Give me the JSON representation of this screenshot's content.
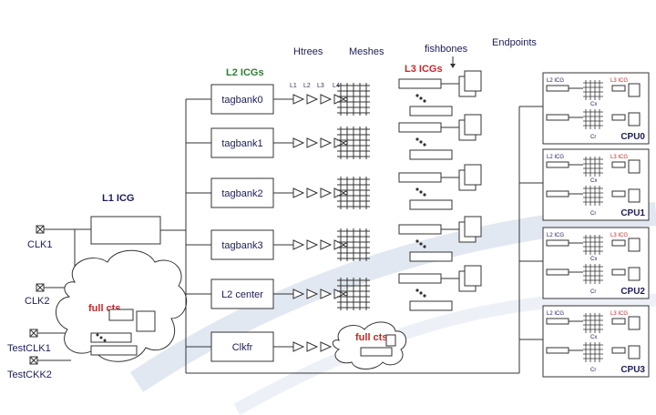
{
  "headers": {
    "htrees": "Htrees",
    "meshes": "Meshes",
    "fishbones": "fishbones",
    "endpoints": "Endpoints",
    "l2_icgs": "L2 ICGs",
    "l3_icgs": "L3 ICGs",
    "l1_icg": "L1 ICG"
  },
  "levels": [
    "L1",
    "L2",
    "L3",
    "L4"
  ],
  "clock_inputs": [
    "CLK1",
    "CLK2",
    "TestCLK1",
    "TestCKK2"
  ],
  "tagbanks": [
    "tagbank0",
    "tagbank1",
    "tagbank2",
    "tagbank3",
    "L2 center",
    "Clkfr"
  ],
  "full_cts": "full cts",
  "cpu_blocks": [
    {
      "name": "CPU0",
      "l2icg": "L2 ICG",
      "l3icg": "L3 ICG",
      "cx": "Cx",
      "cr": "Cr"
    },
    {
      "name": "CPU1",
      "l2icg": "L2 ICG",
      "l3icg": "L3 ICG",
      "cx": "Cx",
      "cr": "Cr"
    },
    {
      "name": "CPU2",
      "l2icg": "L2 ICG",
      "l3icg": "L3 ICG",
      "cx": "Cx",
      "cr": "Cr"
    },
    {
      "name": "CPU3",
      "l2icg": "L2 ICG",
      "l3icg": "L3 ICG",
      "cx": "Cx",
      "cr": "Cr"
    }
  ],
  "colors": {
    "label_blue": "#1c1c5a",
    "l2_green": "#2e7d32",
    "l3_red": "#c62828",
    "line": "#333333"
  }
}
